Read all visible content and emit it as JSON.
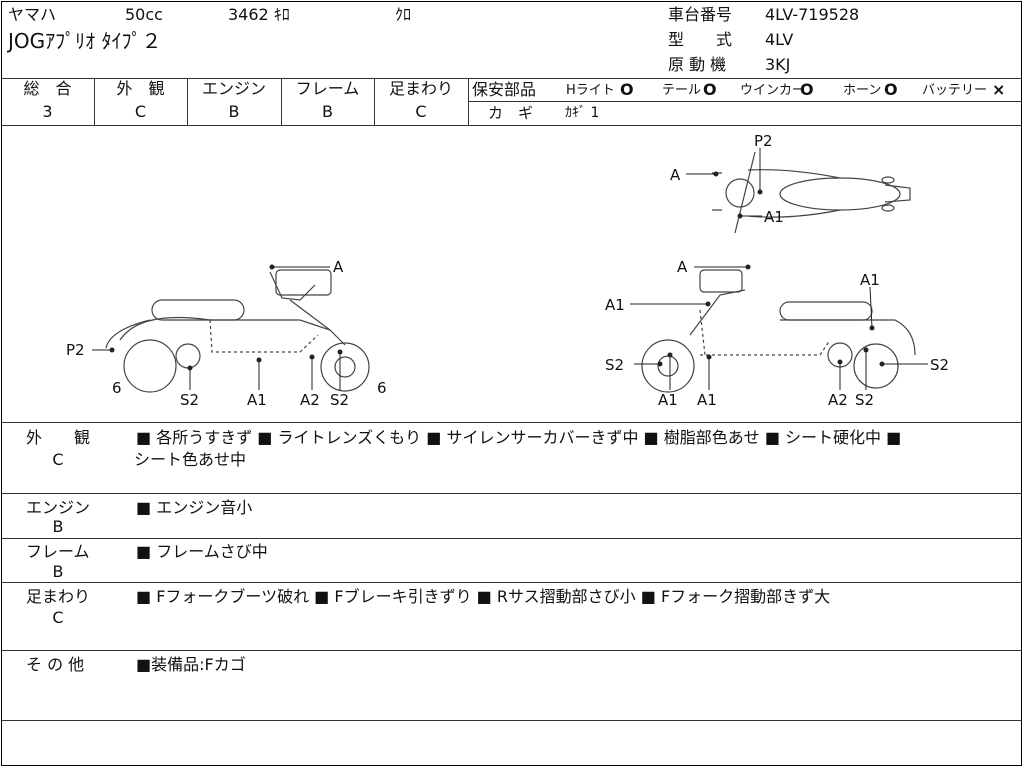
{
  "header": {
    "maker": "ヤマハ",
    "displacement": "50cc",
    "mileage": "3462 ｷﾛ",
    "color": "ｸﾛ",
    "model": "JOGｱﾌﾟﾘｵ ﾀｲﾌﾟ２",
    "frame_no_label": "車台番号",
    "frame_no": "4LV-719528",
    "type_label": "型　　式",
    "type": "4LV",
    "engine_label": "原 動 機",
    "engine": "3KJ"
  },
  "grades": {
    "overall": {
      "label": "総　合",
      "value": "3"
    },
    "exterior": {
      "label": "外　観",
      "value": "C"
    },
    "engine": {
      "label": "エンジン",
      "value": "B"
    },
    "frame": {
      "label": "フレーム",
      "value": "B"
    },
    "suspension": {
      "label": "足まわり",
      "value": "C"
    }
  },
  "safety": {
    "label": "保安部品",
    "items": [
      {
        "name": "Hライト",
        "mark": "O"
      },
      {
        "name": "テール",
        "mark": "O"
      },
      {
        "name": "ウインカー",
        "mark": "O"
      },
      {
        "name": "ホーン",
        "mark": "O"
      },
      {
        "name": "バッテリー",
        "mark": "×"
      }
    ],
    "key_label": "カ　ギ",
    "key_value": "ｶｷﾞ 1"
  },
  "diagram_labels": {
    "top": [
      "P2",
      "A",
      "A1"
    ],
    "left": [
      "A",
      "P2",
      "6",
      "S2",
      "A1",
      "A2",
      "S2",
      "6"
    ],
    "right": [
      "A",
      "A1",
      "A1",
      "S2",
      "S2",
      "A1",
      "A1",
      "A2",
      "S2"
    ]
  },
  "remarks": [
    {
      "category": "外　　観",
      "grade": "C",
      "text_line1": "■ 各所うすきず ■ ライトレンズくもり ■ サイレンサーカバーきず中 ■ 樹脂部色あせ ■ シート硬化中 ■",
      "text_line2": "シート色あせ中"
    },
    {
      "category": "エンジン",
      "grade": "B",
      "text_line1": "■ エンジン音小",
      "text_line2": ""
    },
    {
      "category": "フレーム",
      "grade": "B",
      "text_line1": "■ フレームさび中",
      "text_line2": ""
    },
    {
      "category": "足まわり",
      "grade": "C",
      "text_line1": "■ Fフォークブーツ破れ ■ Fブレーキ引きずり ■ Rサス摺動部さび小 ■ Fフォーク摺動部きず大",
      "text_line2": ""
    },
    {
      "category": "そ の 他",
      "grade": "",
      "text_line1": "■装備品:Fカゴ",
      "text_line2": ""
    }
  ]
}
